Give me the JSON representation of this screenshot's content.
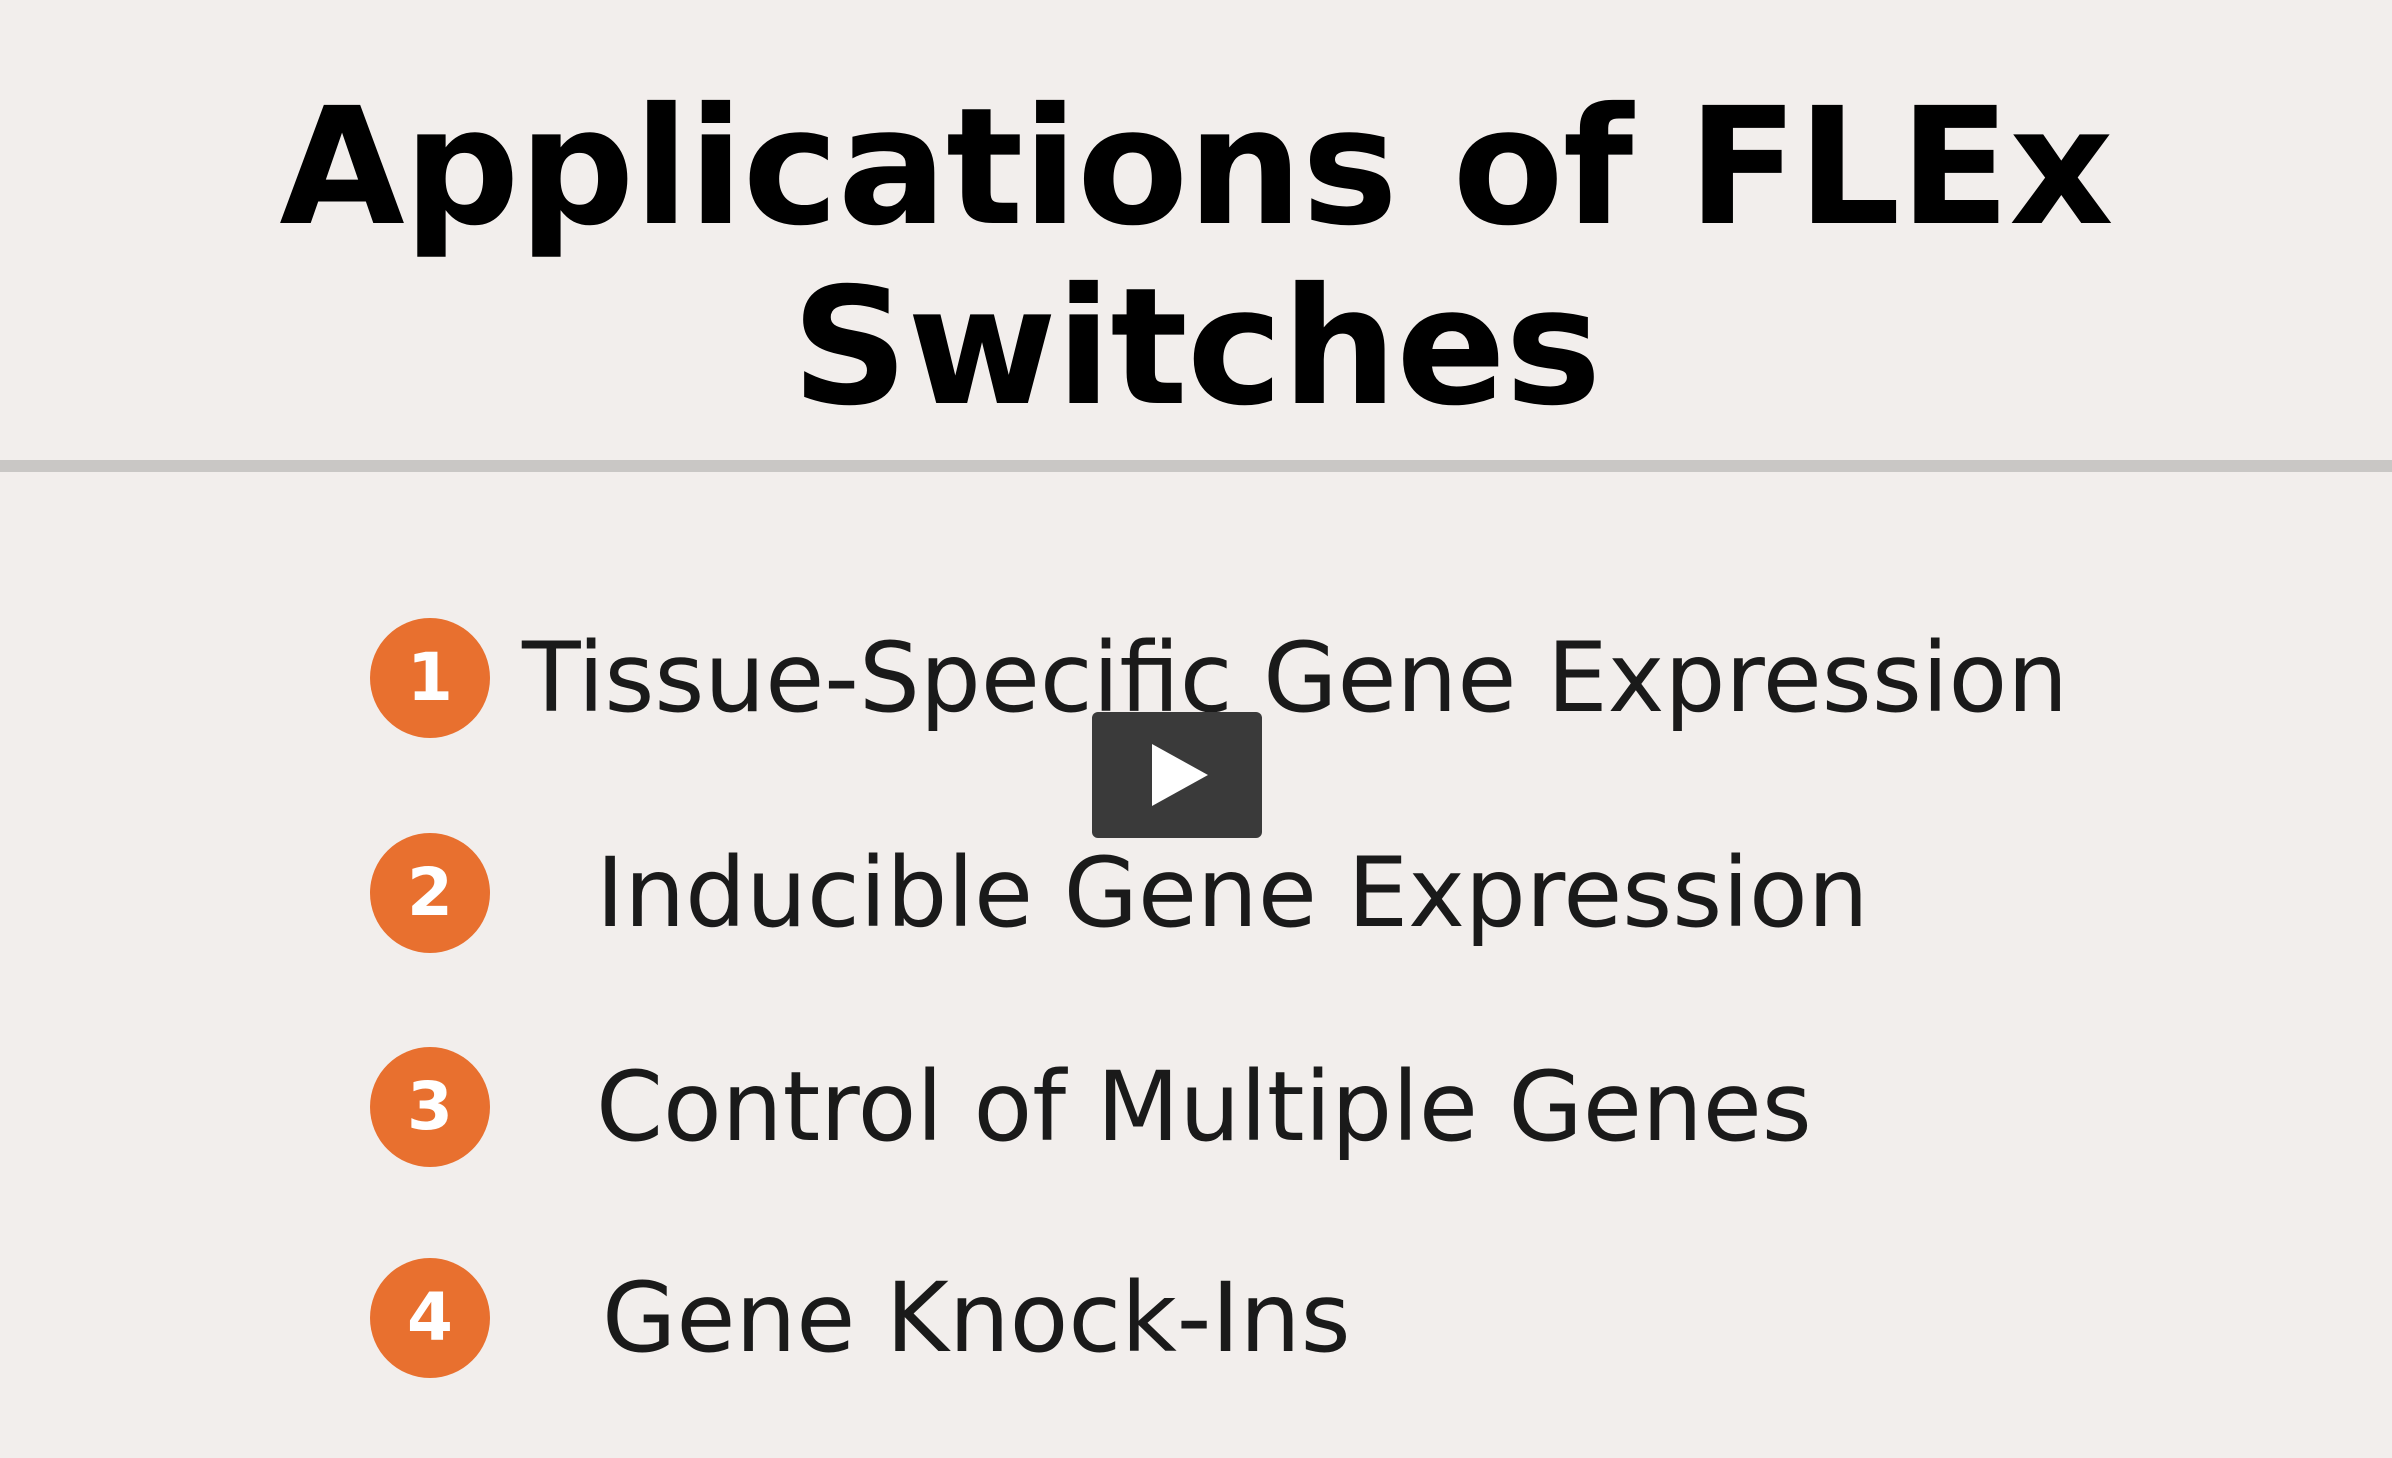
{
  "slide": {
    "title_line1": "Applications of FLEx",
    "title_line2": "Switches"
  },
  "items": [
    {
      "number": "1",
      "label": "Tissue-Specific Gene Expression"
    },
    {
      "number": "2",
      "label": "Inducible Gene Expression"
    },
    {
      "number": "3",
      "label": "Control of Multiple Genes"
    },
    {
      "number": "4",
      "label": "Gene Knock-Ins"
    }
  ],
  "player": {
    "play_icon": "play-icon"
  },
  "colors": {
    "background": "#f2eeec",
    "badge": "#e8702f",
    "divider": "#c9c7c5",
    "play_button": "#3a3a3a"
  }
}
